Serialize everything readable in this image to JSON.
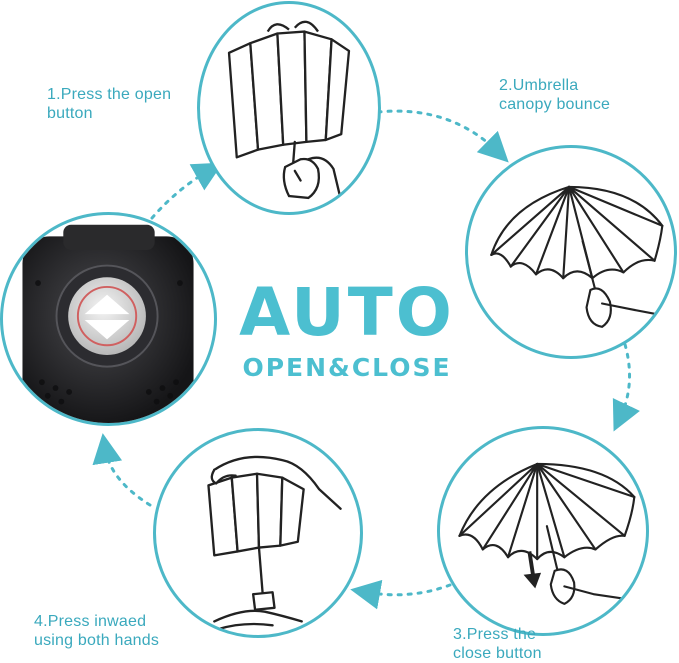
{
  "title": {
    "main": "AUTO",
    "sub": "OPEN&CLOSE"
  },
  "steps": [
    {
      "line1": "1.Press the open",
      "line2": "button"
    },
    {
      "line1": "2.Umbrella",
      "line2": "canopy bounce"
    },
    {
      "line1": "3.Press the",
      "line2": "close button"
    },
    {
      "line1": "4.Press inwaed",
      "line2": "using both hands"
    }
  ],
  "colors": {
    "accent": "#4db8c8",
    "title": "#4cbfd0",
    "arrow_down_tip": "#222222"
  },
  "icons": [
    "folded-umbrella-hand-icon",
    "open-umbrella-icon",
    "closing-umbrella-icon",
    "closing-umbrella-hands-icon",
    "auto-button-icon"
  ]
}
